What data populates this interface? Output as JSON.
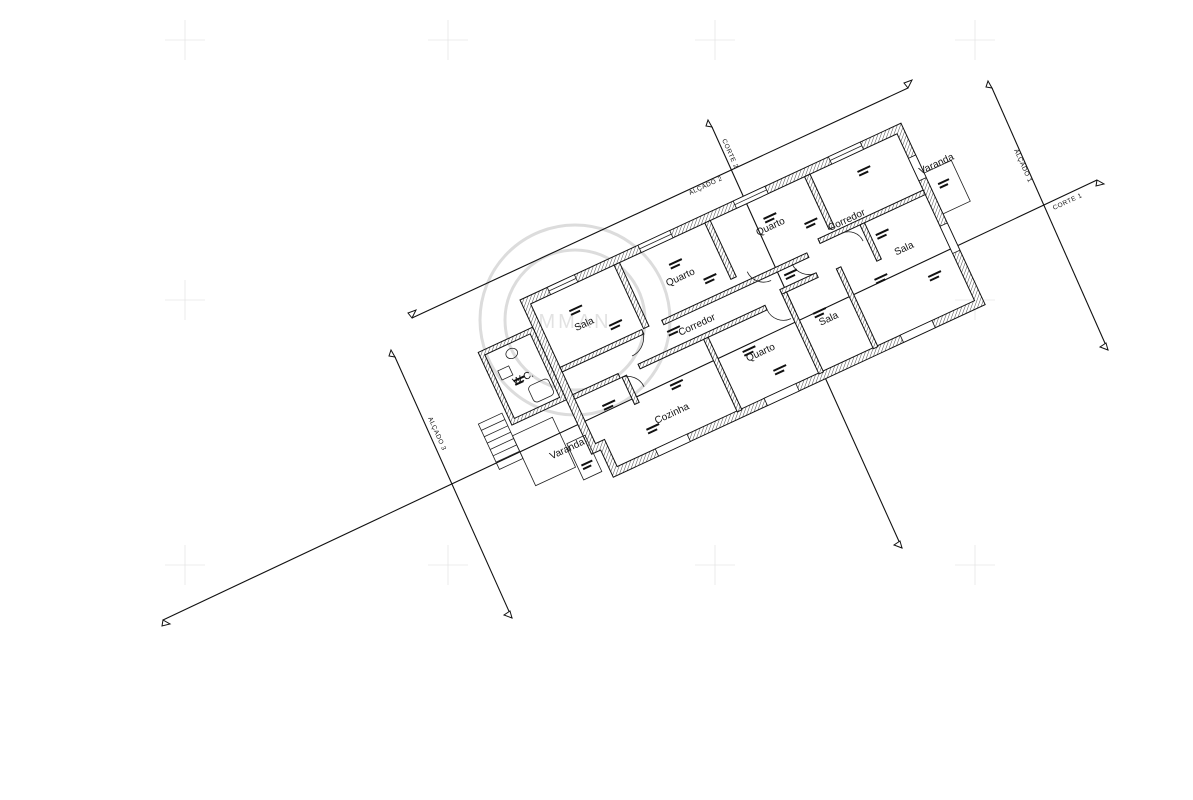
{
  "rooms": [
    {
      "key": "sala_w",
      "label": "Sala"
    },
    {
      "key": "quarto_n1",
      "label": "Quarto"
    },
    {
      "key": "quarto_n2",
      "label": "Quarto"
    },
    {
      "key": "wc",
      "label": "W.C."
    },
    {
      "key": "corredor_main",
      "label": "Corredor"
    },
    {
      "key": "corredor_e",
      "label": "Corredor"
    },
    {
      "key": "varanda_e",
      "label": "Varanda"
    },
    {
      "key": "sala_e",
      "label": "Sala"
    },
    {
      "key": "sala_mid",
      "label": "Sala"
    },
    {
      "key": "quarto_s",
      "label": "Quarto"
    },
    {
      "key": "cozinha",
      "label": "Cozinha"
    },
    {
      "key": "varanda_w",
      "label": "Varanda"
    }
  ],
  "sections": {
    "alcado_1": "ALÇADO 1",
    "alcado_2": "ALÇADO 2",
    "alcado_3": "ALÇADO 3",
    "corte_1": "CORTE 1",
    "corte_2": "CORTE 2"
  },
  "watermark": "MMAN"
}
